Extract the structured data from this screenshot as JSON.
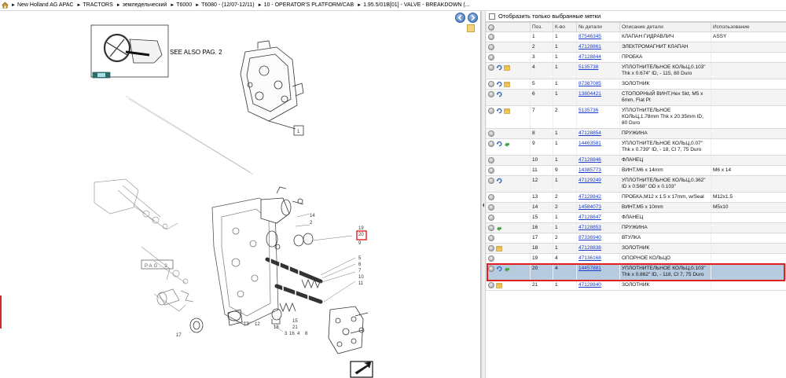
{
  "breadcrumb": [
    {
      "label": "New Holland AG APAC"
    },
    {
      "label": "TRACTORS"
    },
    {
      "label": "земледельческий"
    },
    {
      "label": "T6000"
    },
    {
      "label": "T6080 - (12/07-12/11)"
    },
    {
      "label": "10 - OPERATOR'S PLATFORM/CAB"
    },
    {
      "label": "1.95.5/01B[01] - VALVE - BREAKDOWN (..."
    }
  ],
  "diagram": {
    "see_also": "SEE ALSO PAG. 2",
    "pag_label": "PAG. 2",
    "callouts": [
      "1",
      "2",
      "3",
      "4",
      "5",
      "6",
      "7",
      "8",
      "9",
      "10",
      "11",
      "12",
      "13",
      "14",
      "15",
      "16",
      "17",
      "18",
      "19",
      "20",
      "21"
    ]
  },
  "filter": {
    "label": "Отобразить только выбранные метки"
  },
  "table": {
    "headers": {
      "pos": "Поз.",
      "qty": "К-во",
      "part": "№ детали",
      "desc": "Описание детали",
      "usage": "Использование"
    },
    "rows": [
      {
        "pos": "1",
        "qty": "1",
        "part": "87546345",
        "desc": "КЛАПАН ГИДРАВЛИЧ",
        "usage": "ASSY",
        "icons": []
      },
      {
        "pos": "2",
        "qty": "1",
        "part": "47128861",
        "desc": "ЭЛЕКТРОМАГНИТ КЛАПАН",
        "usage": "",
        "icons": []
      },
      {
        "pos": "3",
        "qty": "1",
        "part": "47128844",
        "desc": "ПРОБКА",
        "usage": "",
        "icons": []
      },
      {
        "pos": "4",
        "qty": "1",
        "part": "5135738",
        "desc": "УПЛОТНИТЕЛЬНОЕ КОЛЬЦ,0.103\" Thk x 0.674\" ID, - 115, 80 Duro",
        "usage": "",
        "icons": [
          "blue",
          "box"
        ]
      },
      {
        "pos": "5",
        "qty": "1",
        "part": "87387085",
        "desc": "ЗОЛОТНИК",
        "usage": "",
        "icons": [
          "blue",
          "box"
        ]
      },
      {
        "pos": "6",
        "qty": "1",
        "part": "13804421",
        "desc": "СТОПОРНЫЙ ВИНТ,Hex Skt, M5 x 6mm, Flat Pt",
        "usage": "",
        "icons": [
          "blue"
        ]
      },
      {
        "pos": "7",
        "qty": "2",
        "part": "5135736",
        "desc": "УПЛОТНИТЕЛЬНОЕ КОЛЬЦ,1.78mm Thk x 20.35mm ID, 80 Duro",
        "usage": "",
        "icons": [
          "blue",
          "box"
        ]
      },
      {
        "pos": "8",
        "qty": "1",
        "part": "47128854",
        "desc": "ПРУЖИНА",
        "usage": "",
        "icons": []
      },
      {
        "pos": "9",
        "qty": "1",
        "part": "14463581",
        "desc": "УПЛОТНИТЕЛЬНОЕ КОЛЬЦ,0.07\" Thk x 0.739\" ID, - 18, Cl 7, 75 Duro",
        "usage": "",
        "icons": [
          "blue",
          "green"
        ]
      },
      {
        "pos": "10",
        "qty": "1",
        "part": "47128846",
        "desc": "ФЛАНЕЦ",
        "usage": "",
        "icons": []
      },
      {
        "pos": "11",
        "qty": "9",
        "part": "14385773",
        "desc": "ВИНТ,M6 x 14mm",
        "usage": "M6 x 14",
        "icons": []
      },
      {
        "pos": "12",
        "qty": "1",
        "part": "47129249",
        "desc": "УПЛОТНИТЕЛЬНОЕ КОЛЬЦ,0.362\" ID x 0.568\" OD x 0.103\"",
        "usage": "",
        "icons": [
          "blue"
        ]
      },
      {
        "pos": "13",
        "qty": "2",
        "part": "47128842",
        "desc": "ПРОБКА,M12 x 1.5 x 17mm, w/Seal",
        "usage": "M12x1.5",
        "icons": []
      },
      {
        "pos": "14",
        "qty": "2",
        "part": "14584073",
        "desc": "ВИНТ,M5 x 10mm",
        "usage": "M5x10",
        "icons": []
      },
      {
        "pos": "15",
        "qty": "1",
        "part": "47128847",
        "desc": "ФЛАНЕЦ",
        "usage": "",
        "icons": []
      },
      {
        "pos": "16",
        "qty": "1",
        "part": "47128853",
        "desc": "ПРУЖИНА",
        "usage": "",
        "icons": [
          "green"
        ]
      },
      {
        "pos": "17",
        "qty": "2",
        "part": "87336940",
        "desc": "ВТУЛКА",
        "usage": "",
        "icons": []
      },
      {
        "pos": "18",
        "qty": "1",
        "part": "47128838",
        "desc": "ЗОЛОТНИК",
        "usage": "",
        "icons": [
          "box"
        ]
      },
      {
        "pos": "19",
        "qty": "4",
        "part": "47136168",
        "desc": "ОПОРНОЕ КОЛЬЦО",
        "usage": "",
        "icons": []
      },
      {
        "pos": "20",
        "qty": "4",
        "part": "14457881",
        "desc": "УПЛОТНИТЕЛЬНОЕ КОЛЬЦ,0.103\" Thk x 0.862\" ID, - 118, Cl 7, 75 Duro",
        "usage": "",
        "icons": [
          "blue",
          "green"
        ],
        "selected": true
      },
      {
        "pos": "21",
        "qty": "1",
        "part": "47128840",
        "desc": "ЗОЛОТНИК",
        "usage": "",
        "icons": [
          "box"
        ]
      }
    ]
  },
  "colors": {
    "link": "#1a3cc8",
    "selected_row": "#b7cbe0",
    "highlight": "#e02020"
  }
}
